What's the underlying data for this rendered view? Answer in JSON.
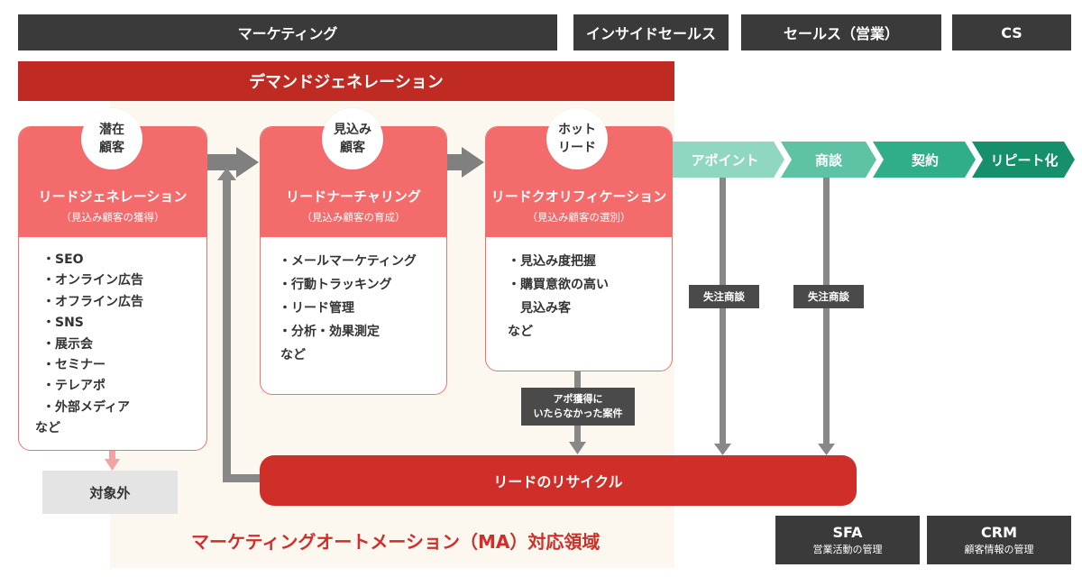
{
  "departments": {
    "marketing": "マーケティング",
    "inside_sales": "インサイドセールス",
    "sales": "セールス（営業）",
    "cs": "CS"
  },
  "demand_generation": "デマンドジェネレーション",
  "cards": [
    {
      "circle": [
        "潜在",
        "顧客"
      ],
      "title": "リードジェネレーション",
      "subtitle": "（見込み顧客の獲得）",
      "items": [
        "・SEO",
        "・オンライン広告",
        "・オフライン広告",
        "・SNS",
        "・展示会",
        "・セミナー",
        "・テレアポ",
        "・外部メディア",
        "など"
      ]
    },
    {
      "circle": [
        "見込み",
        "顧客"
      ],
      "title": "リードナーチャリング",
      "subtitle": "（見込み顧客の育成）",
      "items": [
        "・メールマーケティング",
        "・行動トラッキング",
        "・リード管理",
        "・分析・効果測定",
        "など"
      ]
    },
    {
      "circle": [
        "ホット",
        "リード"
      ],
      "title": "リードクオリフィケーション",
      "subtitle": "（見込み顧客の選別）",
      "items": [
        "・見込み度把握",
        "・購買意欲の高い",
        "　見込み客",
        "など"
      ]
    }
  ],
  "stages": [
    "アポイント",
    "商談",
    "契約",
    "リピート化"
  ],
  "lost_tags": [
    "失注商談",
    "失注商談"
  ],
  "no_appointment_tag": [
    "アポ獲得に",
    "いたらなかった案件"
  ],
  "recycle_label": "リードのリサイクル",
  "excluded_label": "対象外",
  "ma_area_label": "マーケティングオートメーション（MA）対応領域",
  "tools": [
    {
      "name": "SFA",
      "desc": "営業活動の管理"
    },
    {
      "name": "CRM",
      "desc": "顧客情報の管理"
    }
  ],
  "colors": {
    "dark": "#3a3a3a",
    "demand_red": "#bf2a22",
    "card_red": "#f46b6b",
    "recycle_red": "#cf2e29",
    "stage_teal_1": "#8fd7c1",
    "stage_teal_2": "#5dc3a4",
    "stage_teal_3": "#2fae89",
    "stage_teal_4": "#15906b",
    "ma_background": "#fdf8ef"
  }
}
